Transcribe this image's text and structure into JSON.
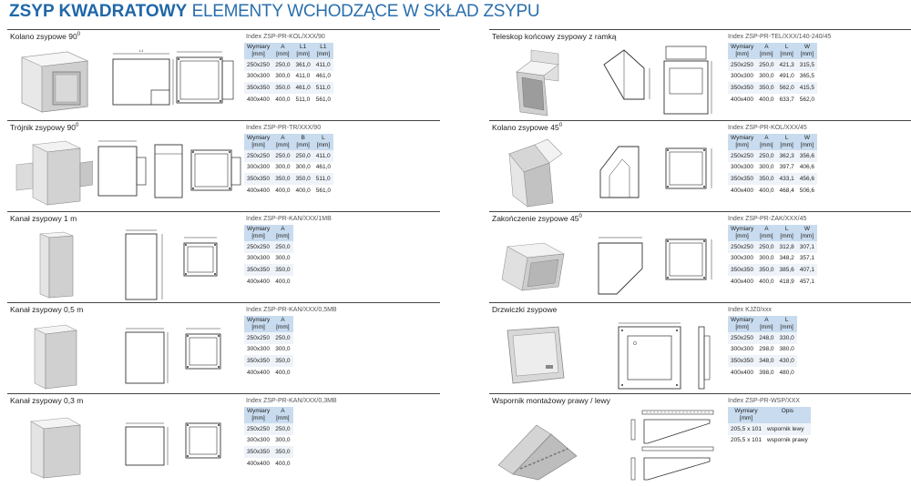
{
  "header": {
    "title_bold": "ZSYP KWADRATOWY",
    "title_light": "ELEMENTY WCHODZĄCE W SKŁAD ZSYPU"
  },
  "left": [
    {
      "name": "Kolano zsypowe 90",
      "sup": "0",
      "index": "Index ZSP-PR-KOL/XXX/90",
      "headers": [
        [
          "Wymiary",
          "[mm]"
        ],
        [
          "A",
          "[mm]"
        ],
        [
          "L1",
          "[mm]"
        ],
        [
          "L1",
          "[mm]"
        ]
      ],
      "rows": [
        [
          "250x250",
          "250,0",
          "361,0",
          "411,0"
        ],
        [
          "300x300",
          "300,0",
          "411,0",
          "461,0"
        ],
        [
          "350x350",
          "350,0",
          "461,0",
          "511,0"
        ],
        [
          "400x400",
          "400,0",
          "511,0",
          "561,0"
        ]
      ]
    },
    {
      "name": "Trójnik zsypowy 90",
      "sup": "0",
      "index": "Index ZSP-PR-TR/XXX/90",
      "headers": [
        [
          "Wymiary",
          "[mm]"
        ],
        [
          "A",
          "[mm]"
        ],
        [
          "B",
          "[mm]"
        ],
        [
          "L",
          "[mm]"
        ]
      ],
      "rows": [
        [
          "250x250",
          "250,0",
          "250,0",
          "411,0"
        ],
        [
          "300x300",
          "300,0",
          "300,0",
          "461,0"
        ],
        [
          "350x350",
          "350,0",
          "350,0",
          "511,0"
        ],
        [
          "400x400",
          "400,0",
          "400,0",
          "561,0"
        ]
      ]
    },
    {
      "name": "Kanał zsypowy 1 m",
      "sup": "",
      "index": "Index ZSP-PR-KAN/XXX/1MB",
      "headers": [
        [
          "Wymiary",
          "[mm]"
        ],
        [
          "A",
          "[mm]"
        ]
      ],
      "rows": [
        [
          "250x250",
          "250,0"
        ],
        [
          "300x300",
          "300,0"
        ],
        [
          "350x350",
          "350,0"
        ],
        [
          "400x400",
          "400,0"
        ]
      ]
    },
    {
      "name": "Kanał zsypowy 0,5 m",
      "sup": "",
      "index": "Index ZSP-PR-KAN/XXX/0,5MB",
      "headers": [
        [
          "Wymiary",
          "[mm]"
        ],
        [
          "A",
          "[mm]"
        ]
      ],
      "rows": [
        [
          "250x250",
          "250,0"
        ],
        [
          "300x300",
          "300,0"
        ],
        [
          "350x350",
          "350,0"
        ],
        [
          "400x400",
          "400,0"
        ]
      ]
    },
    {
      "name": "Kanał zsypowy 0,3 m",
      "sup": "",
      "index": "Index ZSP-PR-KAN/XXX/0,3MB",
      "headers": [
        [
          "Wymiary",
          "[mm]"
        ],
        [
          "A",
          "[mm]"
        ]
      ],
      "rows": [
        [
          "250x250",
          "250,0"
        ],
        [
          "300x300",
          "300,0"
        ],
        [
          "350x350",
          "350,0"
        ],
        [
          "400x400",
          "400,0"
        ]
      ]
    }
  ],
  "right": [
    {
      "name": "Teleskop końcowy zsypowy z ramką",
      "sup": "",
      "index": "Index ZSP-PR-TEL/XXX/140-240/45",
      "headers": [
        [
          "Wymiary",
          "[mm]"
        ],
        [
          "A",
          "[mm]"
        ],
        [
          "L",
          "[mm]"
        ],
        [
          "W",
          "[mm]"
        ]
      ],
      "rows": [
        [
          "250x250",
          "250,0",
          "421,3",
          "315,5"
        ],
        [
          "300x300",
          "300,0",
          "491,0",
          "365,5"
        ],
        [
          "350x350",
          "350,0",
          "562,0",
          "415,5"
        ],
        [
          "400x400",
          "400,0",
          "633,7",
          "562,0"
        ]
      ]
    },
    {
      "name": "Kolano zsypowe 45",
      "sup": "0",
      "index": "Index ZSP-PR-KOL/XXX/45",
      "headers": [
        [
          "Wymiary",
          "[mm]"
        ],
        [
          "A",
          "[mm]"
        ],
        [
          "L",
          "[mm]"
        ],
        [
          "W",
          "[mm]"
        ]
      ],
      "rows": [
        [
          "250x250",
          "250,0",
          "362,3",
          "356,6"
        ],
        [
          "300x300",
          "300,0",
          "397,7",
          "406,6"
        ],
        [
          "350x350",
          "350,0",
          "433,1",
          "456,6"
        ],
        [
          "400x400",
          "400,0",
          "468,4",
          "506,6"
        ]
      ]
    },
    {
      "name": "Zakończenie zsypowe 45",
      "sup": "0",
      "index": "Index ZSP-PR-ZAK/XXX/45",
      "headers": [
        [
          "Wymiary",
          "[mm]"
        ],
        [
          "A",
          "[mm]"
        ],
        [
          "L",
          "[mm]"
        ],
        [
          "W",
          "[mm]"
        ]
      ],
      "rows": [
        [
          "250x250",
          "250,0",
          "312,8",
          "307,1"
        ],
        [
          "300x300",
          "300,0",
          "348,2",
          "357,1"
        ],
        [
          "350x350",
          "350,0",
          "385,6",
          "407,1"
        ],
        [
          "400x400",
          "400,0",
          "418,9",
          "457,1"
        ]
      ]
    },
    {
      "name": "Drzwiczki zsypowe",
      "sup": "",
      "index": "Index KJZ0/xxx",
      "headers": [
        [
          "Wymiary",
          "[mm]"
        ],
        [
          "A",
          "[mm]"
        ],
        [
          "L",
          "[mm]"
        ]
      ],
      "rows": [
        [
          "250x250",
          "248,0",
          "330,0"
        ],
        [
          "300x300",
          "298,0",
          "380,0"
        ],
        [
          "350x350",
          "348,0",
          "430,0"
        ],
        [
          "400x400",
          "398,0",
          "480,0"
        ]
      ]
    },
    {
      "name": "Wspornik montażowy prawy / lewy",
      "sup": "",
      "index": "Index ZSP-PR-WSP/XXX",
      "headers": [
        [
          "Wymiary",
          "[mm]"
        ],
        [
          "Opis",
          ""
        ]
      ],
      "rows": [
        [
          "205,5 x 101",
          "wspornik lewy"
        ],
        [
          "205,5 x 101",
          "wspornik prawy"
        ]
      ]
    }
  ],
  "labels": {
    "L1": "L1",
    "L": "L",
    "A": "A",
    "W": "W"
  }
}
